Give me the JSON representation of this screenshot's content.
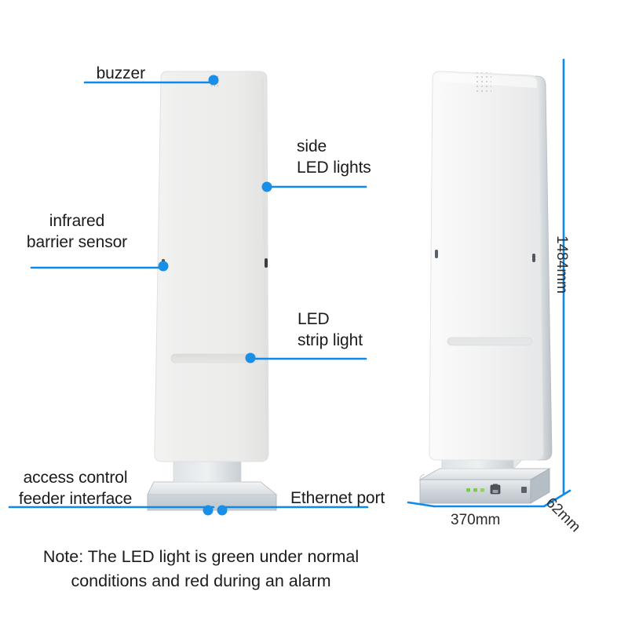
{
  "diagram": {
    "title": "Security gate panel product diagram",
    "accent_color": "#0d8aeb",
    "body_color": "#efefee",
    "base_color": "#c3cad0"
  },
  "callouts": [
    {
      "id": "buzzer",
      "lines": [
        "buzzer"
      ],
      "align": "right"
    },
    {
      "id": "side-led-lights",
      "lines": [
        "side",
        "LED lights"
      ],
      "align": "left"
    },
    {
      "id": "infrared-sensor",
      "lines": [
        "infrared",
        "barrier sensor"
      ],
      "align": "right"
    },
    {
      "id": "led-strip-light",
      "lines": [
        "LED",
        "strip light"
      ],
      "align": "left"
    },
    {
      "id": "access-control",
      "lines": [
        "access control",
        "feeder interface"
      ],
      "align": "right"
    },
    {
      "id": "ethernet-port",
      "lines": [
        "Ethernet port"
      ],
      "align": "left"
    }
  ],
  "labels": {
    "buzzer": "buzzer",
    "side_led_line1": "side",
    "side_led_line2": "LED lights",
    "infrared_line1": "infrared",
    "infrared_line2": "barrier sensor",
    "led_strip_line1": "LED",
    "led_strip_line2": "strip light",
    "access_line1": "access control",
    "access_line2": "feeder interface",
    "ethernet": "Ethernet port"
  },
  "dimensions": {
    "height": "1484mm",
    "width": "370mm",
    "depth": "62mm"
  },
  "note": {
    "line1": "Note: The LED light is green under normal",
    "line2": "conditions and red during an alarm"
  }
}
